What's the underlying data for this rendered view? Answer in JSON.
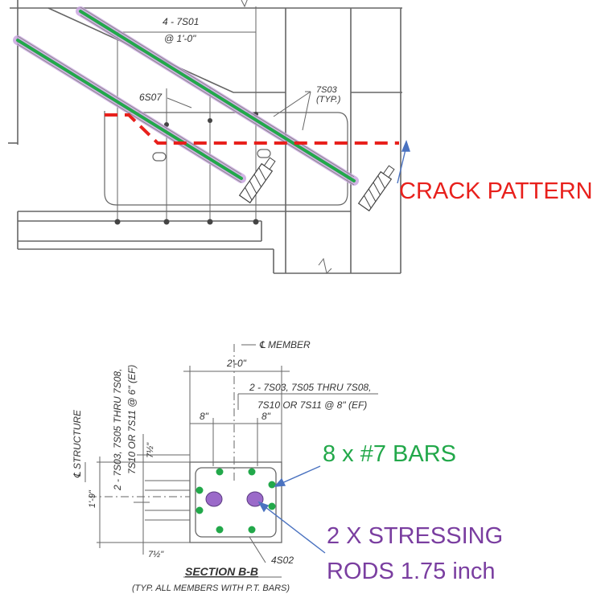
{
  "top_detail": {
    "label_top_bars": "4 - 7S01",
    "label_spacing": "@ 1'-0\"",
    "label_6s07": "6S07",
    "label_7s03": "7S03",
    "label_typ": "(TYP.)"
  },
  "section": {
    "member_label": "℄ MEMBER",
    "dim_total": "2'-0\"",
    "note_right_1": "2 - 7S03, 7S05 THRU 7S08,",
    "note_right_2": "7S10 OR 7S11 @ 8\" (EF)",
    "dim_8_left": "8\"",
    "dim_8_right": "8\"",
    "note_left_1": "2 - 7S03, 7S05 THRU 7S08,",
    "note_left_2": "7S10 OR 7S11 @ 6\" (EF)",
    "structure_label": "℄ STRUCTURE",
    "dim_top_cover": "7½\"",
    "dim_height": "1'-9\"",
    "dim_bottom_cover": "7½\"",
    "stirrup_label": "4S02",
    "title": "SECTION B-B",
    "subtitle": "(TYP. ALL MEMBERS WITH P.T. BARS)"
  },
  "callouts": {
    "crack": "CRACK PATTERN",
    "bars": "8 x #7 BARS",
    "rods_line1": "2 X STRESSING",
    "rods_line2": "RODS 1.75 inch"
  },
  "colors": {
    "crack": "#e8201c",
    "bars": "#22a84a",
    "rods": "#7a3ea0",
    "rod_fill": "#9b6ac9",
    "bar_highlight": "#c9a6e0",
    "arrow": "#4a72c0",
    "linework": "#666666"
  }
}
